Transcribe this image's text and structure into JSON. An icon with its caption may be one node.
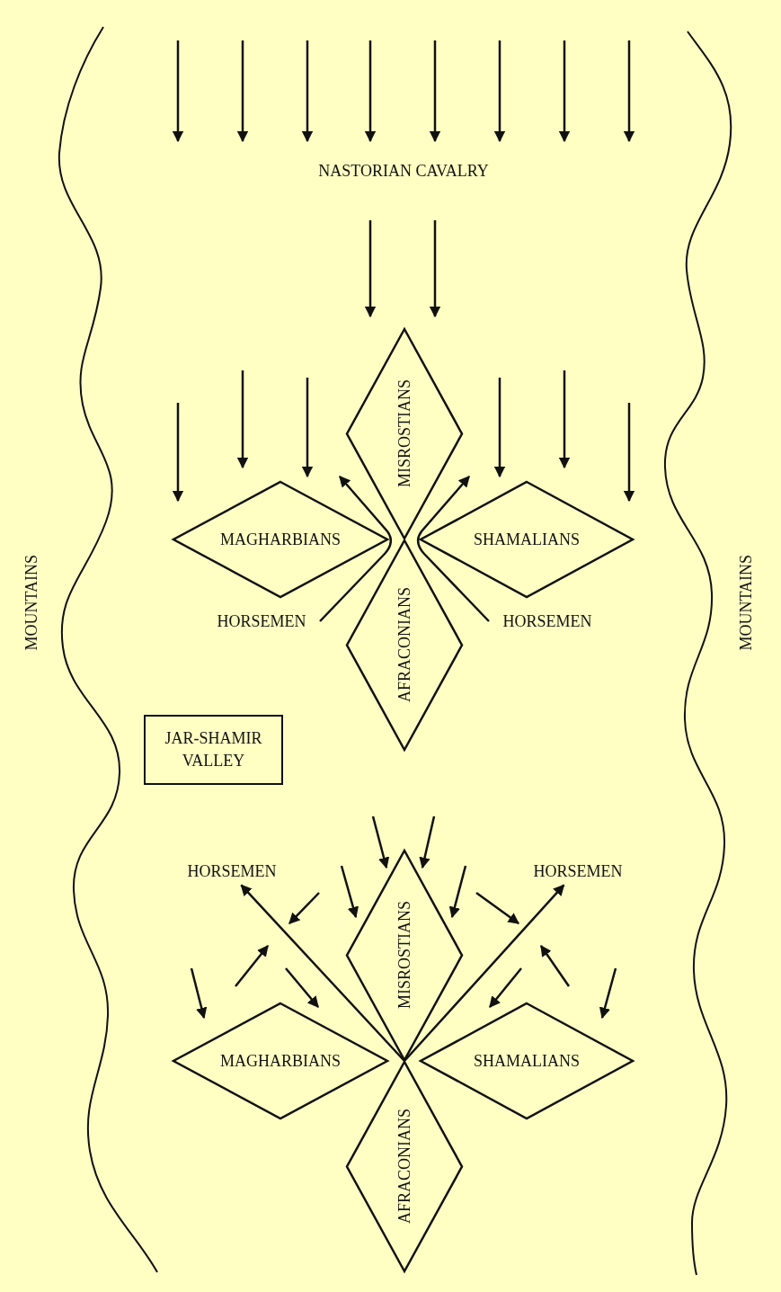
{
  "diagram": {
    "nodes": [
      {
        "text": [
          "MISROSTIANS"
        ]
      },
      {
        "text": [
          "MAGHARBIANS"
        ]
      },
      {
        "text": [
          "SHAMALIANS"
        ]
      },
      {
        "text": [
          "HORSEMEN"
        ]
      },
      {
        "text": [
          "HORSEMEN"
        ]
      },
      {
        "text": [
          "AFRACONIANS"
        ]
      },
      {
        "text": [
          "JAR-SHAMIR VALLEY"
        ]
      },
      {
        "text": [
          "HORSEMEN"
        ]
      },
      {
        "text": [
          "HORSEMEN"
        ]
      },
      {
        "text": [
          "MISROSTIANS"
        ]
      },
      {
        "text": [
          "MAGHARBIANS"
        ]
      },
      {
        "text": [
          "SHAMALIANS"
        ]
      },
      {
        "text": [
          "AFRACONIANS"
        ]
      }
    ],
    "edges": [
      {
        "from": 3,
        "to": 0,
        "arrow": "to"
      },
      {
        "from": 4,
        "to": 0,
        "arrow": "to"
      },
      {
        "from": 9,
        "to": 7,
        "arrow": "to"
      },
      {
        "from": 9,
        "to": 8,
        "arrow": "to"
      }
    ],
    "labels": [
      "NASTORIAN CAVALRY",
      "MOUNTAINS",
      "MOUNTAINS"
    ]
  }
}
